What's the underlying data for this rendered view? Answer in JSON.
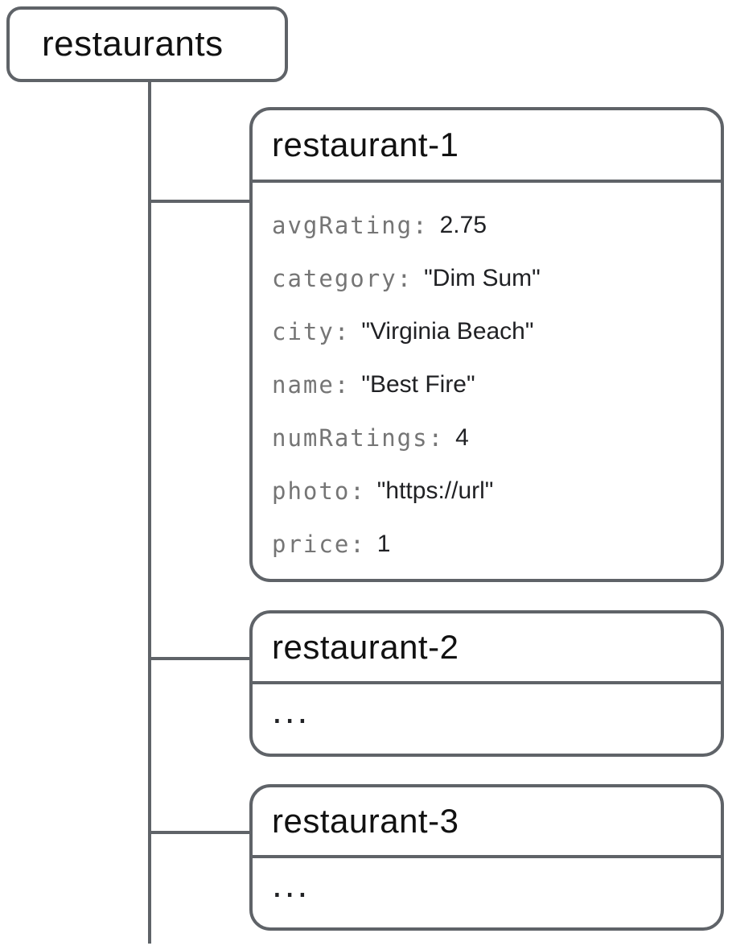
{
  "diagram": {
    "collection": {
      "label": "restaurants"
    },
    "documents": [
      {
        "id": "restaurant-1",
        "fields": [
          {
            "key": "avgRating:",
            "value": "2.75"
          },
          {
            "key": "category:",
            "value": "\"Dim Sum\""
          },
          {
            "key": "city:",
            "value": "\"Virginia Beach\""
          },
          {
            "key": "name:",
            "value": "\"Best Fire\""
          },
          {
            "key": "numRatings:",
            "value": "4"
          },
          {
            "key": "photo:",
            "value": "\"https://url\""
          },
          {
            "key": "price:",
            "value": "1"
          }
        ]
      },
      {
        "id": "restaurant-2",
        "ellipsis": "..."
      },
      {
        "id": "restaurant-3",
        "ellipsis": "..."
      }
    ],
    "colors": {
      "border": "#5f6368",
      "field_key": "#757575",
      "field_value": "#202124",
      "title": "#111111",
      "background": "#ffffff"
    }
  }
}
